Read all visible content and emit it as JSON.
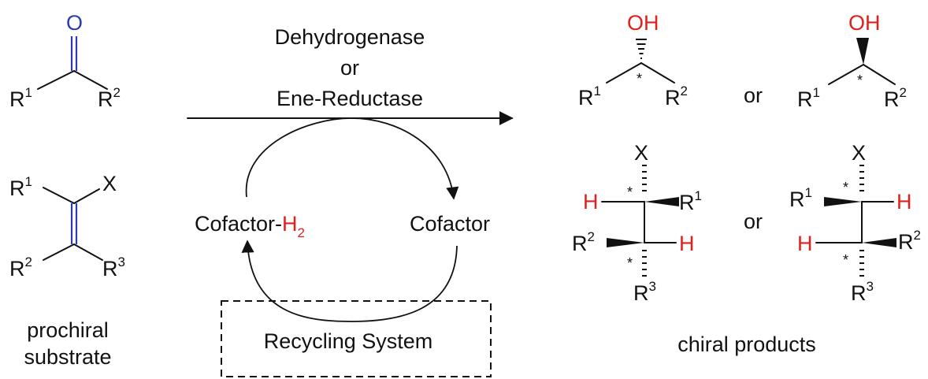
{
  "substrates": {
    "ketone": {
      "O": "O",
      "R1": "R",
      "R1_sup": "1",
      "R2": "R",
      "R2_sup": "2"
    },
    "alkene": {
      "X": "X",
      "R1": "R",
      "R1_sup": "1",
      "R2": "R",
      "R2_sup": "2",
      "R3": "R",
      "R3_sup": "3"
    },
    "caption_line1": "prochiral",
    "caption_line2": "substrate"
  },
  "reaction": {
    "enzyme_line1": "Dehydrogenase",
    "enzyme_line2": "or",
    "enzyme_line3": "Ene-Reductase",
    "cofactor_reduced_prefix": "Cofactor-",
    "cofactor_reduced_H": "H",
    "cofactor_reduced_sub": "2",
    "cofactor_oxidized": "Cofactor",
    "recycling": "Recycling System"
  },
  "products": {
    "alcohol_a": {
      "OH": "OH",
      "R1": "R",
      "R1_sup": "1",
      "R2": "R",
      "R2_sup": "2",
      "star": "*"
    },
    "alcohol_b": {
      "OH": "OH",
      "R1": "R",
      "R1_sup": "1",
      "R2": "R",
      "R2_sup": "2",
      "star": "*"
    },
    "or_top": "or",
    "alkane_a": {
      "X": "X",
      "H1": "H",
      "R1": "R",
      "R1_sup": "1",
      "R2": "R",
      "R2_sup": "2",
      "H2": "H",
      "R3": "R",
      "R3_sup": "3",
      "star": "*"
    },
    "alkane_b": {
      "X": "X",
      "R1": "R",
      "R1_sup": "1",
      "H1": "H",
      "H2": "H",
      "R2": "R",
      "R2_sup": "2",
      "R3": "R",
      "R3_sup": "3",
      "star": "*"
    },
    "or_bottom": "or",
    "caption": "chiral products"
  },
  "colors": {
    "hydrogen": "#e0201c",
    "oxygen_red": "#e0201c",
    "bond_blue": "#2b3bb4",
    "ink": "#111111"
  }
}
